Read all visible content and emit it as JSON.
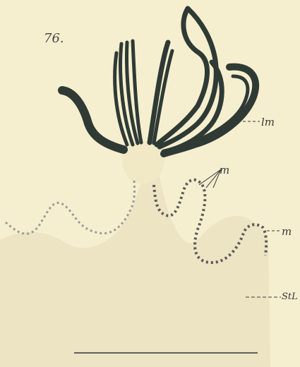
{
  "figure": {
    "number": "76.",
    "labels": {
      "lm": "lm",
      "m_top": "m",
      "m_right": "m",
      "stl": "StL"
    }
  },
  "colors": {
    "paper": "#f5efcf",
    "ink": "#2f3a35",
    "tissue": "#f1e8c6",
    "lower_tissue": "#ece4c3",
    "dots": "#4d4d4d"
  }
}
